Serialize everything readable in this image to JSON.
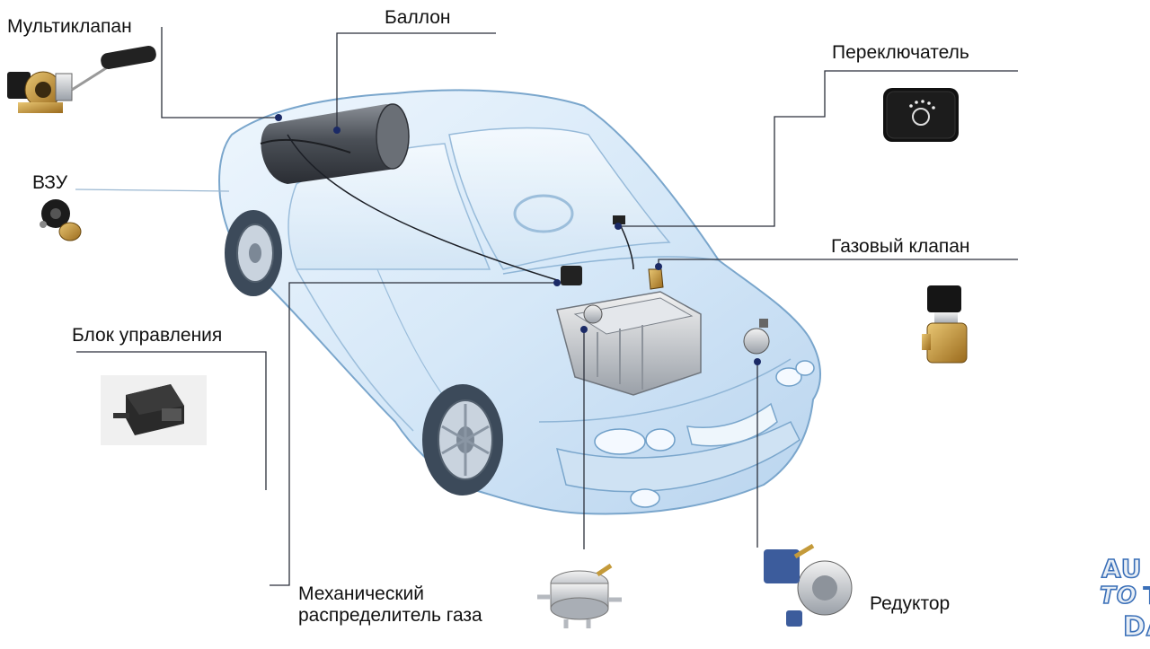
{
  "labels": {
    "multivalve": "Мультиклапан",
    "tank": "Баллон",
    "switch": "Переключатель",
    "filler": "ВЗУ",
    "gas_valve": "Газовый клапан",
    "control_unit": "Блок управления",
    "distributor": "Механический\nраспределитель газа",
    "reducer": "Редуктор"
  },
  "watermark": {
    "line1": "AU",
    "line2a": "TO",
    "line2b": "TO",
    "line3": "DAY"
  },
  "colors": {
    "car_body": "#dcebf8",
    "car_outline": "#6f9fc8",
    "leader_line": "#2b2f3a",
    "dot": "#1b2a66",
    "watermark_stroke": "#3a6fb8"
  }
}
